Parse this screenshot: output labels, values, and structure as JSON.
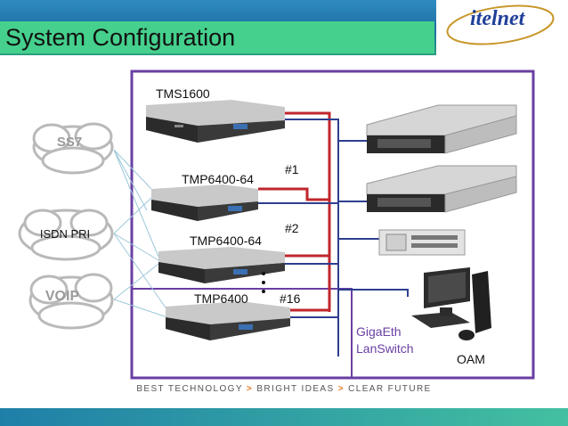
{
  "slide": {
    "title": "System Configuration",
    "logo_text": "itelnet",
    "tagline": {
      "part1": "BEST TECHNOLOGY",
      "part2": "BRIGHT IDEAS",
      "part3": "CLEAR FUTURE",
      "separator": ">"
    }
  },
  "diagram": {
    "clouds": [
      "SS7",
      "ISDN PRI",
      "VOIP"
    ],
    "devices": {
      "tms": "TMS1600",
      "tmp1": "TMP6400-64",
      "tmp2": "TMP6400-64",
      "tmp16": "TMP6400"
    },
    "markers": {
      "m1": "#1",
      "m2": "#2",
      "m16": "#16"
    },
    "switch_label_line1": "GigaEth",
    "switch_label_line2": "LanSwitch",
    "oam_label": "OAM"
  },
  "colors": {
    "title_bar": "#45d08d",
    "enclosure": "#6a3fa3",
    "red_link": "#c0262c",
    "blue_link": "#2d3f8f",
    "tagline_separator": "#e37b20"
  }
}
